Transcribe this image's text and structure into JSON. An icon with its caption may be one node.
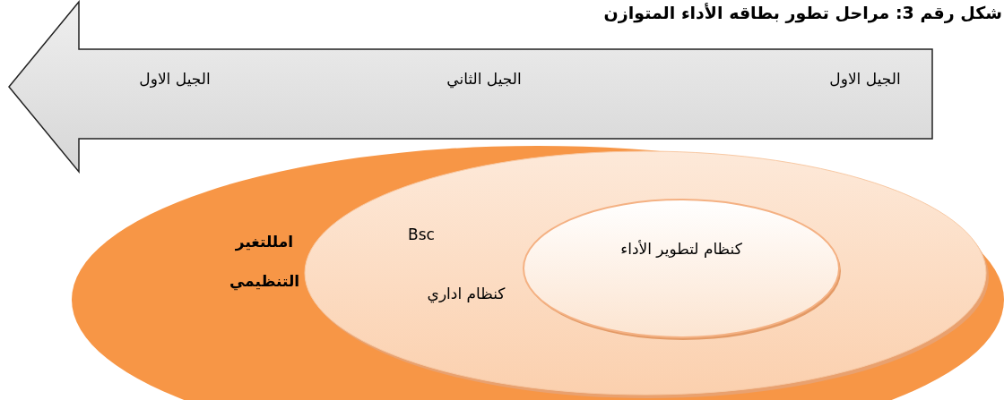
{
  "diagram": {
    "title": "شكل رقم 3: مراحل تطور بطاقه الأداء المتوازن",
    "nodes": [
      {
        "text": [
          "الجيل الاول",
          "الجيل الثاني",
          "الجيل الاول"
        ]
      },
      {
        "text": [
          "امللتغير التنظيمي"
        ]
      },
      {
        "text": [
          "Bsc",
          "كنظام اداري"
        ],
        "in": 1
      },
      {
        "text": [
          "كنظام لتطوير الأداء"
        ],
        "in": 2
      }
    ]
  }
}
